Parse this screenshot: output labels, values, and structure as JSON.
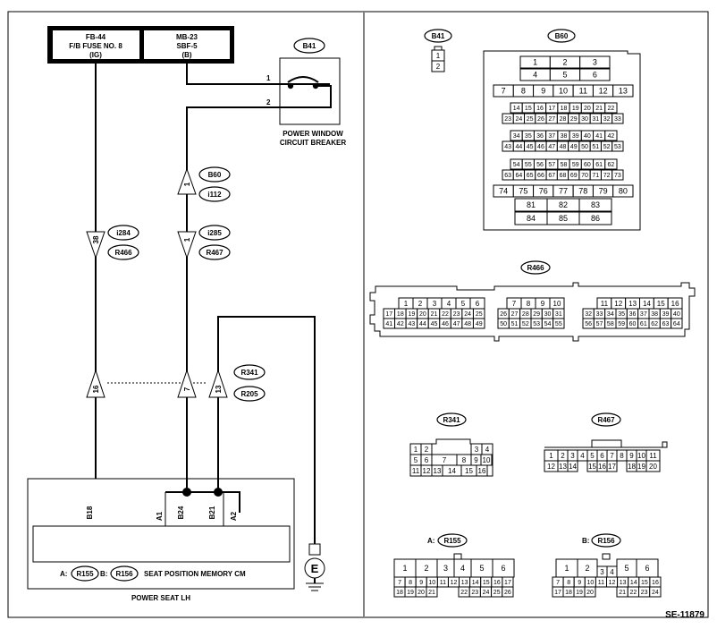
{
  "diagram_id": "SE-11879",
  "fuses": {
    "left": {
      "line1": "FB-44",
      "line2": "F/B FUSE NO. 8",
      "line3": "(IG)"
    },
    "right": {
      "line1": "MB-23",
      "line2": "SBF-5",
      "line3": "(B)"
    }
  },
  "breaker": {
    "tag": "B41",
    "pin1": "1",
    "pin2": "2",
    "line1": "POWER WINDOW",
    "line2": "CIRCUIT BREAKER"
  },
  "connectors": {
    "b60": {
      "tag": "B60",
      "pin": "1"
    },
    "i112": {
      "tag": "i112"
    },
    "i284": {
      "tag": "i284",
      "pin": "38"
    },
    "r466": {
      "tag": "R466"
    },
    "i285": {
      "tag": "i285",
      "pin": "1"
    },
    "r467": {
      "tag": "R467"
    },
    "r341": {
      "tag": "R341"
    },
    "r205": {
      "tag": "R205"
    },
    "lower_pins": [
      "16",
      "7",
      "13"
    ]
  },
  "cm": {
    "pins": [
      "B18",
      "A1",
      "B24",
      "B21",
      "A2"
    ],
    "label_a": "A:",
    "tag_a": "R155",
    "label_b": "B:",
    "tag_b": "R156",
    "name": "SEAT POSITION MEMORY CM",
    "unit": "POWER SEAT LH"
  },
  "ground": {
    "symbol": "E"
  },
  "pinouts": {
    "b41": {
      "tag": "B41",
      "pins": [
        "1",
        "2"
      ]
    },
    "b60": {
      "tag": "B60",
      "rows": [
        [
          "1",
          "2",
          "3"
        ],
        [
          "4",
          "5",
          "6"
        ],
        [
          "7",
          "8",
          "9",
          "10",
          "11",
          "12",
          "13"
        ],
        [
          "14",
          "15",
          "16",
          "17",
          "18",
          "19",
          "20",
          "21",
          "22"
        ],
        [
          "23",
          "24",
          "25",
          "26",
          "27",
          "28",
          "29",
          "30",
          "31",
          "32",
          "33"
        ],
        [
          "34",
          "35",
          "36",
          "37",
          "38",
          "39",
          "40",
          "41",
          "42"
        ],
        [
          "43",
          "44",
          "45",
          "46",
          "47",
          "48",
          "49",
          "50",
          "51",
          "52",
          "53"
        ],
        [
          "54",
          "55",
          "56",
          "57",
          "58",
          "59",
          "60",
          "61",
          "62"
        ],
        [
          "63",
          "64",
          "65",
          "66",
          "67",
          "68",
          "69",
          "70",
          "71",
          "72",
          "73"
        ],
        [
          "74",
          "75",
          "76",
          "77",
          "78",
          "79",
          "80"
        ],
        [
          "81",
          "82",
          "83"
        ],
        [
          "84",
          "85",
          "86"
        ]
      ]
    },
    "r466": {
      "tag": "R466",
      "blocks": [
        {
          "top": [
            "1",
            "2",
            "3",
            "4",
            "5",
            "6"
          ],
          "rows": [
            [
              "17",
              "18",
              "19",
              "20",
              "21",
              "22",
              "23",
              "24",
              "25"
            ],
            [
              "41",
              "42",
              "43",
              "44",
              "45",
              "46",
              "47",
              "48",
              "49"
            ]
          ]
        },
        {
          "top": [
            "7",
            "8",
            "9",
            "10"
          ],
          "rows": [
            [
              "26",
              "27",
              "28",
              "29",
              "30",
              "31"
            ],
            [
              "50",
              "51",
              "52",
              "53",
              "54",
              "55"
            ]
          ]
        },
        {
          "top": [
            "11",
            "12",
            "13",
            "14",
            "15",
            "16"
          ],
          "rows": [
            [
              "32",
              "33",
              "34",
              "35",
              "36",
              "37",
              "38",
              "39",
              "40"
            ],
            [
              "56",
              "57",
              "58",
              "59",
              "60",
              "61",
              "62",
              "63",
              "64"
            ]
          ]
        }
      ]
    },
    "r341": {
      "tag": "R341",
      "row1": [
        "1",
        "2",
        "3",
        "4"
      ],
      "row2": [
        "5",
        "6",
        "7",
        "8",
        "9",
        "10"
      ],
      "row3": [
        "11",
        "12",
        "13",
        "14",
        "15",
        "16"
      ]
    },
    "r467": {
      "tag": "R467",
      "row1": [
        "1",
        "2",
        "3",
        "4",
        "5",
        "6",
        "7",
        "8",
        "9",
        "10",
        "11"
      ],
      "row2": [
        "12",
        "13",
        "14",
        "15",
        "16",
        "17",
        "18",
        "19",
        "20"
      ]
    },
    "r155": {
      "label": "A:",
      "tag": "R155",
      "top": [
        "1",
        "2",
        "3",
        "4",
        "5",
        "6"
      ],
      "row2": [
        "7",
        "8",
        "9",
        "10",
        "11",
        "12",
        "13",
        "14",
        "15",
        "16",
        "17"
      ],
      "row3": [
        "18",
        "19",
        "20",
        "21",
        "22",
        "23",
        "24",
        "25",
        "26"
      ]
    },
    "r156": {
      "label": "B:",
      "tag": "R156",
      "top": [
        "1",
        "2",
        "3",
        "4",
        "5",
        "6"
      ],
      "row2": [
        "7",
        "8",
        "9",
        "10",
        "11",
        "12",
        "13",
        "14",
        "15",
        "16"
      ],
      "row3": [
        "17",
        "18",
        "19",
        "20",
        "21",
        "22",
        "23",
        "24"
      ]
    }
  }
}
